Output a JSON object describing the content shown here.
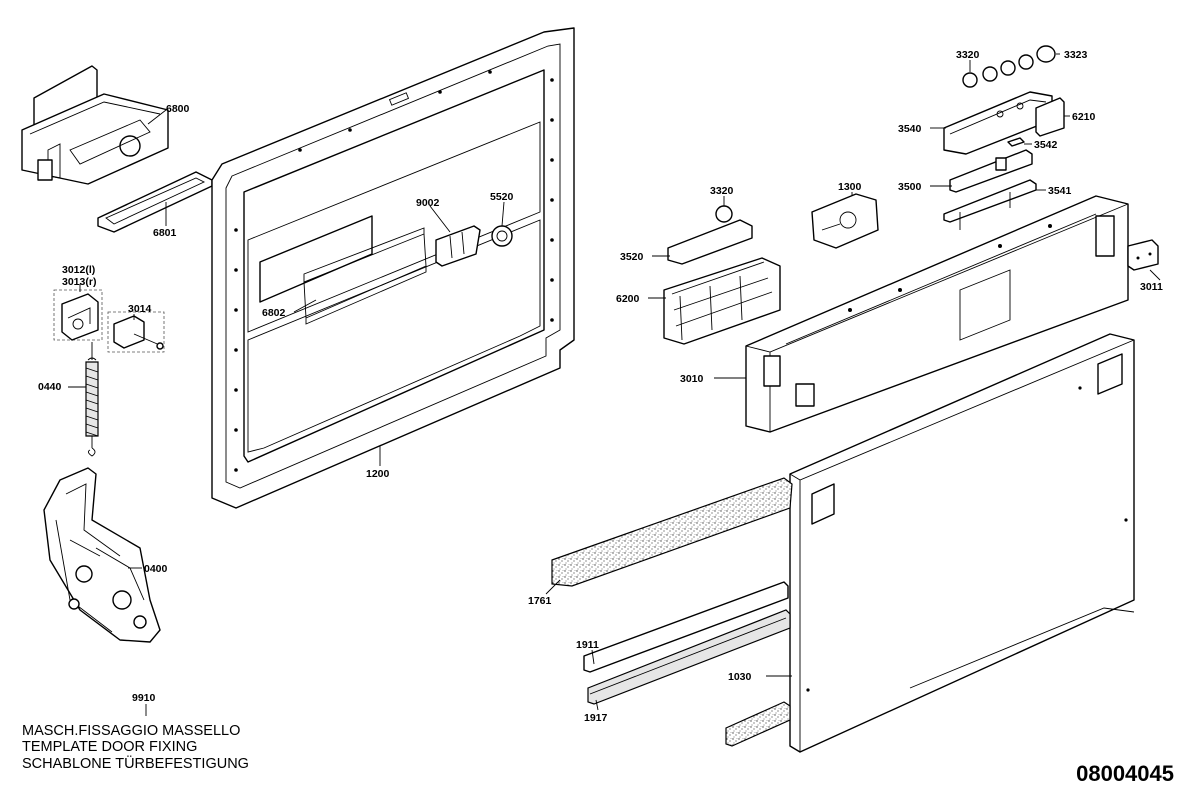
{
  "drawing_number": "08004045",
  "labels": {
    "p6800": "6800",
    "p6801": "6801",
    "p3012": "3012(l)",
    "p3013": "3013(r)",
    "p3014": "3014",
    "p0440": "0440",
    "p0400": "0400",
    "p6802": "6802",
    "p9002": "9002",
    "p5520": "5520",
    "p1200": "1200",
    "p3320a": "3320",
    "p3323": "3323",
    "p3540": "3540",
    "p6210": "6210",
    "p3542": "3542",
    "p3500": "3500",
    "p3541": "3541",
    "p3320b": "3320",
    "p1300": "1300",
    "p3520": "3520",
    "p6200": "6200",
    "p3011": "3011",
    "p3010": "3010",
    "p1761": "1761",
    "p1911": "1911",
    "p1030": "1030",
    "p1917": "1917",
    "p9910": "9910"
  },
  "template_caption": {
    "line1": "MASCH.FISSAGGIO MASSELLO",
    "line2": "TEMPLATE DOOR FIXING",
    "line3": "SCHABLONE TÜRBEFESTIGUNG"
  }
}
